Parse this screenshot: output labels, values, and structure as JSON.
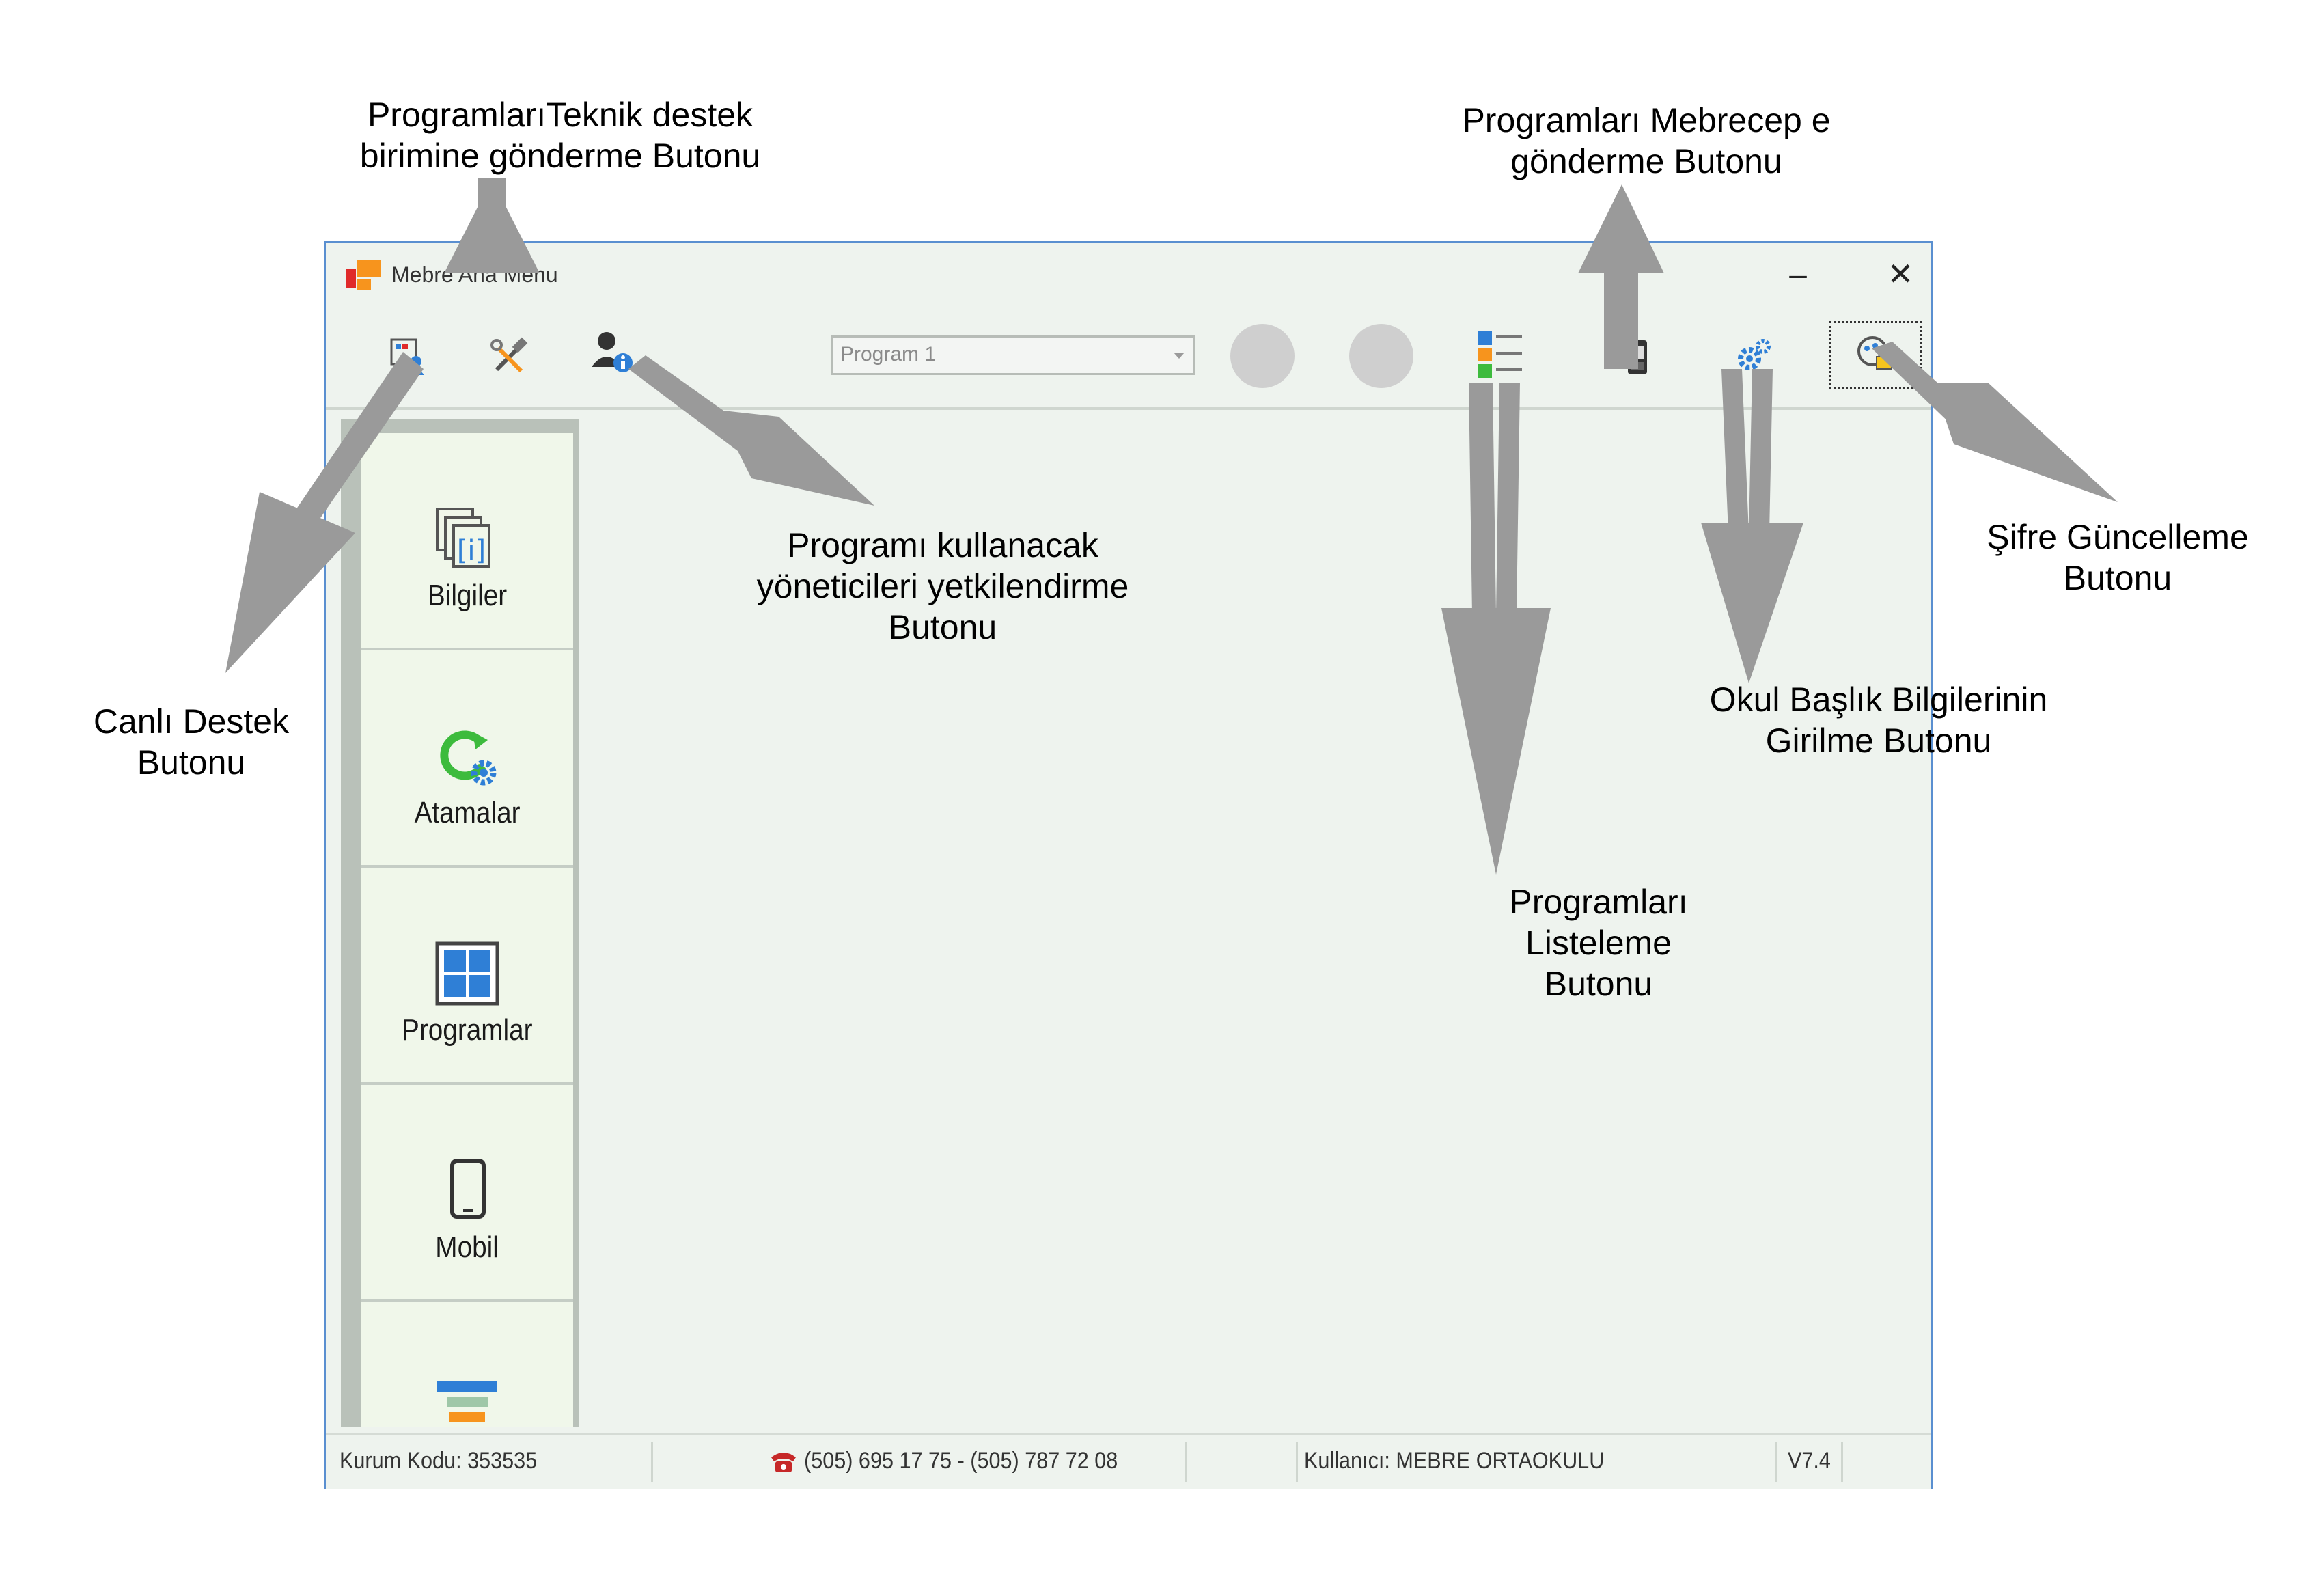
{
  "window": {
    "title": "Mebre Ana Menu",
    "minimize_glyph": "–",
    "close_glyph": "✕"
  },
  "toolbar": {
    "icons": [
      "live-support-icon",
      "tools-icon",
      "user-info-icon",
      "program-list-icon",
      "mobile-phone-icon",
      "gears-icon",
      "password-lock-icon"
    ],
    "program_select": {
      "value": "Program 1"
    }
  },
  "sidebar": {
    "items": [
      {
        "label": "Bilgiler",
        "icon": "info-documents-icon"
      },
      {
        "label": "Atamalar",
        "icon": "refresh-gear-icon"
      },
      {
        "label": "Programlar",
        "icon": "grid-icon"
      },
      {
        "label": "Mobil",
        "icon": "mobile-icon"
      },
      {
        "label": "",
        "icon": "list-icon"
      }
    ]
  },
  "statusbar": {
    "kurum_kodu": "Kurum Kodu: 353535",
    "phone": "(505) 695 17 75 - (505) 787 72 08",
    "kullanici": "Kullanıcı: MEBRE ORTAOKULU",
    "version": "V7.4"
  },
  "annotations": {
    "teknik_destek": [
      "ProgramlarıTeknik destek",
      "birimine gönderme Butonu"
    ],
    "mebrecep": [
      "Programları Mebrecep e",
      "gönderme Butonu"
    ],
    "yetkilendirme": [
      "Programı kullanacak",
      "yöneticileri yetkilendirme",
      "Butonu"
    ],
    "canli_destek": [
      "Canlı Destek",
      "Butonu"
    ],
    "sifre": [
      "Şifre Güncelleme",
      "Butonu"
    ],
    "okul_baslik": [
      "Okul Başlık Bilgilerinin",
      "Girilme Butonu"
    ],
    "listeleme": [
      "Programları",
      "Listeleme",
      "Butonu"
    ]
  },
  "colors": {
    "window_bg": "#eef3ee",
    "window_border": "#5a8fd0",
    "sidebar_bg": "#b9c1b9",
    "sidebar_item_bg": "#f0f7ea",
    "arrow": "#9a9a9a",
    "accent_green": "#3dbb3d",
    "accent_blue": "#2f7fd6"
  }
}
